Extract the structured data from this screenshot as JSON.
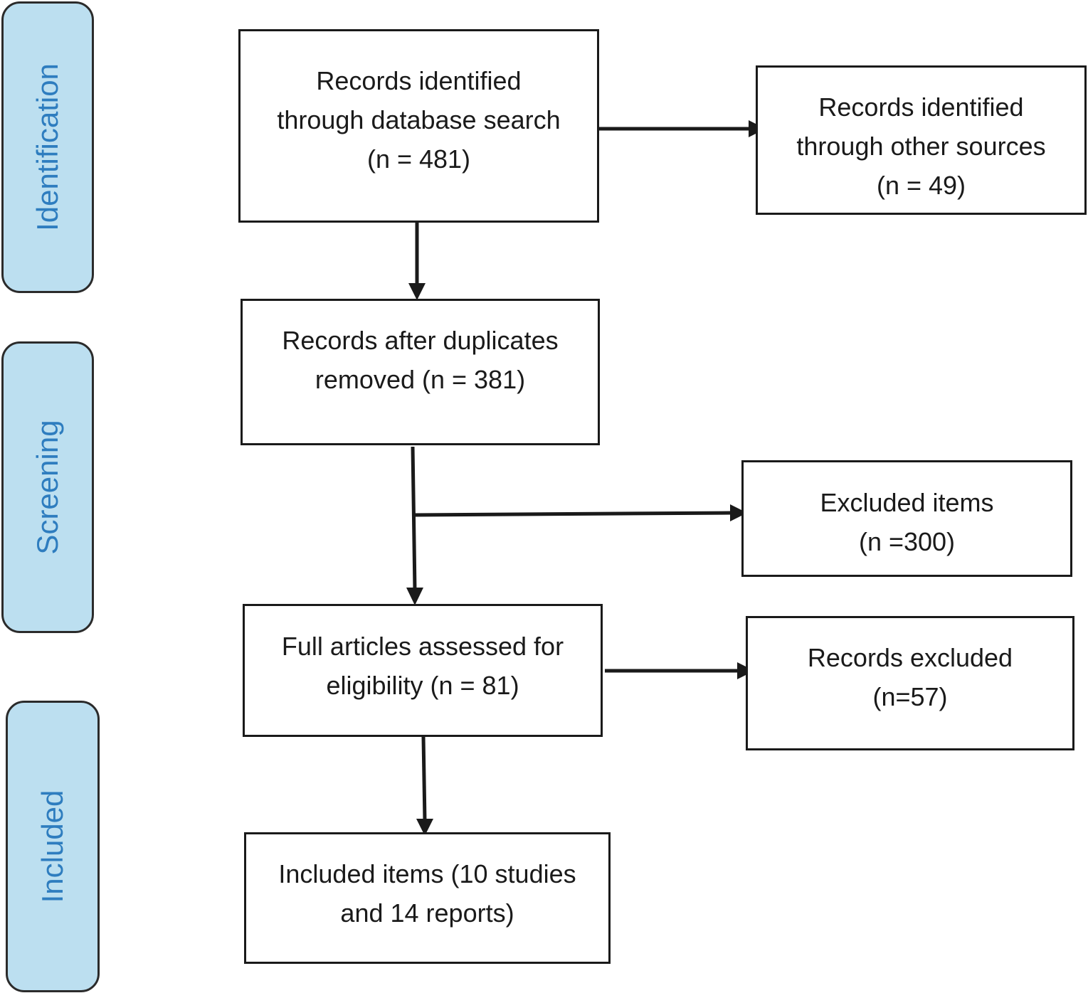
{
  "phases": {
    "identification": "Identification",
    "screening": "Screening",
    "included": "Included"
  },
  "boxes": {
    "database_search": [
      "Records identified",
      "through database search",
      "(n = 481)"
    ],
    "other_sources": [
      "Records identified",
      "through other sources",
      "(n = 49)"
    ],
    "duplicates_removed": [
      "Records after duplicates",
      "removed (n = 381)"
    ],
    "excluded_items": [
      "Excluded items",
      "(n =300)"
    ],
    "full_articles": [
      "Full articles assessed for",
      "eligibility (n = 81)"
    ],
    "records_excluded": [
      "Records excluded",
      "(n=57)"
    ],
    "included_items": [
      "Included items (10 studies",
      "and 14 reports)"
    ]
  },
  "colors": {
    "phase_fill": "#bcdff0",
    "phase_text": "#2e7dbf",
    "stroke": "#1a1a1a"
  }
}
